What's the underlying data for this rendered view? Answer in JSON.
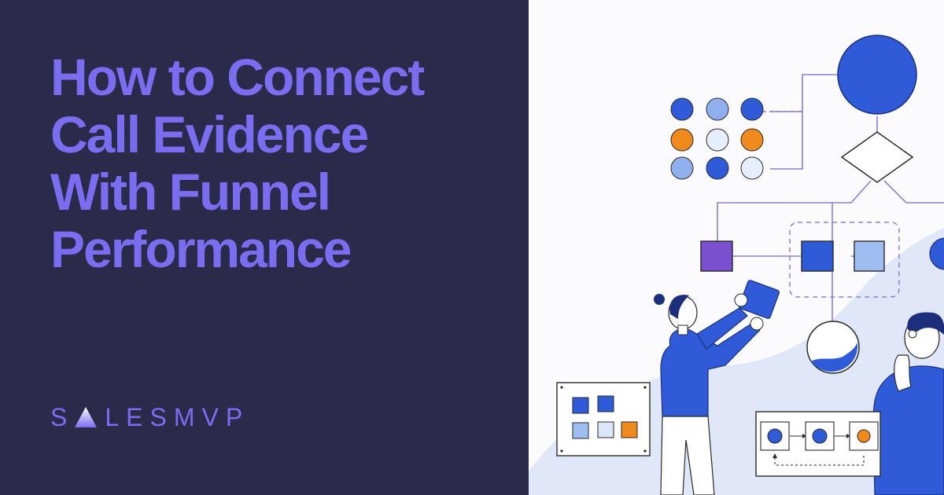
{
  "headline": {
    "lines": [
      "How to Connect",
      "Call Evidence",
      "With Funnel",
      "Performance"
    ]
  },
  "brand": {
    "prefix": "S",
    "suffix": "LESMVP"
  },
  "colors": {
    "left_background": "#2c2a4a",
    "accent_purple": "#7b6cf0",
    "illustration_blue": "#2f5bd8",
    "illustration_light_blue": "#9fbdf0",
    "illustration_orange": "#f08a1c"
  }
}
